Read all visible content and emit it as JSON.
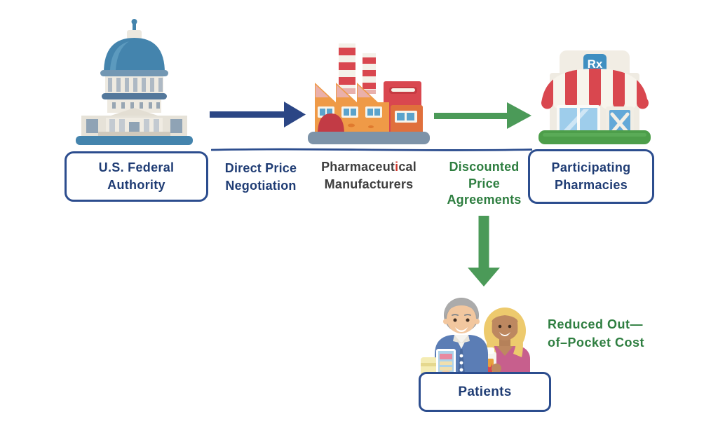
{
  "colors": {
    "navy_text": "#1f3c74",
    "navy_border": "#2c4d8e",
    "arrow_blue": "#2b4685",
    "arrow_green": "#4b9a58",
    "green_text": "#2e7e40",
    "gray_text": "#3e3e3e",
    "accent_red": "#d03a30"
  },
  "nodes": {
    "federal": {
      "icon": "capitol-icon",
      "line1": "U.S. Federal",
      "line2": "Authority"
    },
    "manufacturers": {
      "icon": "factory-icon",
      "l1a": "Pharmaceut",
      "l1b": "i",
      "l1c": "cal",
      "line2": "Manufacturers"
    },
    "pharmacies": {
      "icon": "pharmacy-icon",
      "sign": "Rx",
      "line1": "Participating",
      "line2": "Pharmacies"
    },
    "patients": {
      "icon": "patients-icon",
      "label": "Patients"
    }
  },
  "edges": {
    "negotiation": {
      "direction": "right",
      "color": "blue",
      "line1": "Direct Price",
      "line2": "Negotiation"
    },
    "discounted": {
      "direction": "right",
      "color": "green",
      "line1": "Discounted",
      "line2": "Price",
      "line3": "Agreements"
    },
    "to_patients": {
      "direction": "down",
      "color": "green"
    },
    "outcome": {
      "color": "green",
      "line1": "Reduced Out—",
      "line2": "of–Pocket Cost"
    }
  }
}
